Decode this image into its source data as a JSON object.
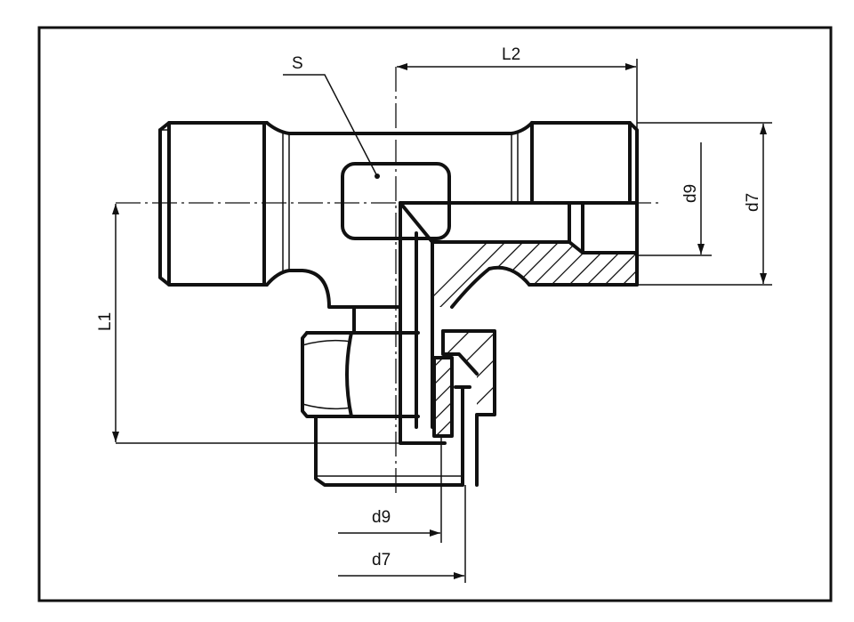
{
  "labels": {
    "s": "S",
    "l2": "L2",
    "l1": "L1",
    "d9_right": "d9",
    "d7_right": "d7",
    "d9_bottom": "d9",
    "d7_bottom": "d7"
  },
  "colors": {
    "ink": "#111111",
    "paper": "#ffffff"
  }
}
